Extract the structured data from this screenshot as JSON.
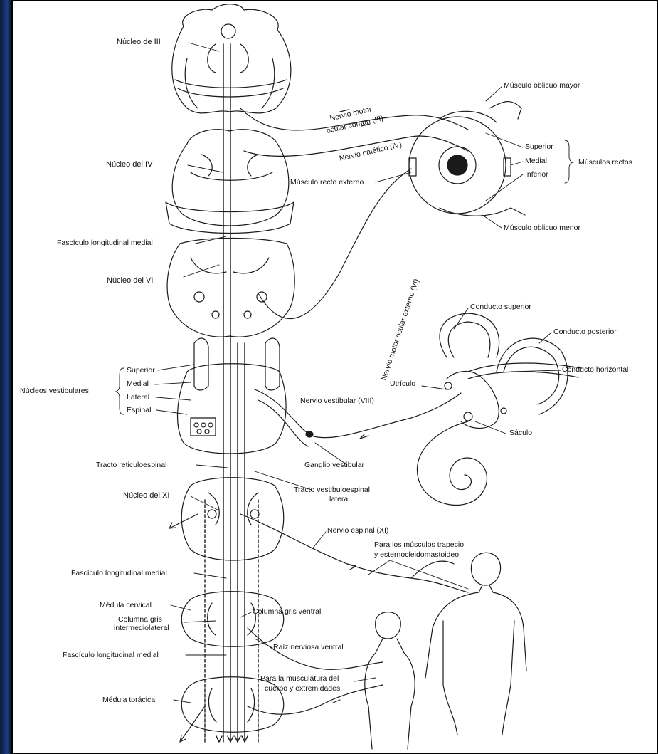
{
  "figure": {
    "labels": {
      "nucleo_iii": "Núcleo de III",
      "nucleo_iv": "Núcleo del IV",
      "flm_1": "Fascículo longitudinal medial",
      "nucleo_vi": "Núcleo del VI",
      "nucleos_vestibulares": "Núcleos vestibulares",
      "vest_superior": "Superior",
      "vest_medial": "Medial",
      "vest_lateral": "Lateral",
      "vest_espinal": "Espinal",
      "tracto_reticuloespinal": "Tracto reticuloespinal",
      "nucleo_xi": "Núcleo del XI",
      "flm_2": "Fascículo longitudinal medial",
      "medula_cervical": "Médula cervical",
      "columna_gris_1": "Columna gris",
      "columna_gris_2": "intermediolateral",
      "flm_3": "Fascículo longitudinal medial",
      "medula_toracica": "Médula torácica",
      "nervio_iii_1": "Nervio motor",
      "nervio_iii_2": "ocular común (III)",
      "nervio_iv": "Nervio patético (IV)",
      "musculo_recto_externo": "Músculo recto externo",
      "nervio_vi": "Nervio motor ocular externo (VI)",
      "musculo_oblicuo_mayor": "Músculo oblicuo mayor",
      "recto_superior": "Superior",
      "recto_medial": "Medial",
      "recto_inferior": "Inferior",
      "musculos_rectos": "Músculos rectos",
      "musculo_oblicuo_menor": "Músculo oblicuo menor",
      "conducto_superior": "Conducto superior",
      "conducto_posterior": "Conducto posterior",
      "conducto_horizontal": "Conducto horizontal",
      "utriculo": "Utrículo",
      "nervio_vestibular": "Nervio vestibular (VIII)",
      "saculo": "Sáculo",
      "ganglio_vestibular": "Ganglio vestibular",
      "tracto_vestibuloespinal_1": "Tracto vestibuloespinal",
      "tracto_vestibuloespinal_2": "lateral",
      "nervio_espinal": "Nervio espinal (XI)",
      "trapecio_1": "Para los músculos trapecio",
      "trapecio_2": "y esternocleidomastoideo",
      "columna_gris_ventral": "Columna gris ventral",
      "raiz_nerviosa_ventral": "Raíz nerviosa ventral",
      "musculatura_1": "Para la musculatura del",
      "musculatura_2": "cuerpo y extremidades"
    }
  }
}
